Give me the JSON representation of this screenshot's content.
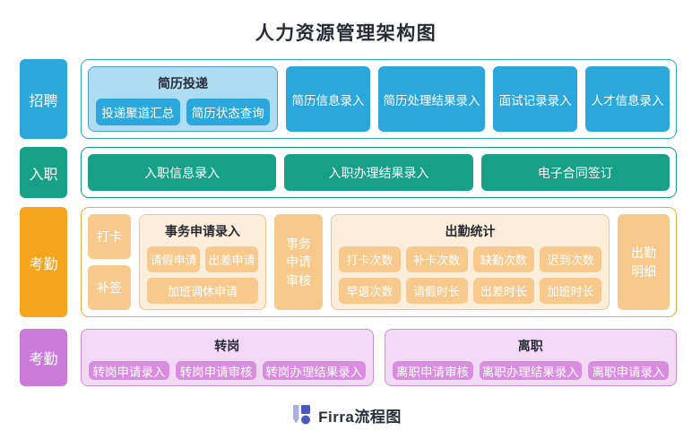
{
  "title": "人力资源管理架构图",
  "colors": {
    "recruitment_blue": "#2BA7DB",
    "recruitment_light_blue": "#AEDCF2",
    "onboarding_green": "#17A086",
    "attendance_orange": "#F5A41E",
    "attendance_light_orange": "#F8C98C",
    "attendance_cream": "#FCEEDA",
    "transfer_purple": "#C97BD7",
    "transfer_light_purple": "#F2D9F6",
    "transfer_button_purple": "#DA8CE1",
    "logo_light": "#A9B1DE",
    "logo_dark": "#4C59BE"
  },
  "rows": {
    "recruitment": {
      "label": "招聘",
      "group": {
        "title": "简历投递",
        "items": [
          "投递聚道汇总",
          "简历状态查询"
        ]
      },
      "boxes": [
        "简历信息录入",
        "简历处理结果录入",
        "面试记录录入",
        "人才信息录入"
      ]
    },
    "onboarding": {
      "label": "入职",
      "boxes": [
        "入职信息录入",
        "入职办理结果录入",
        "电子合同签订"
      ]
    },
    "attendance": {
      "label": "考勤",
      "stack": [
        "打卡",
        "补签"
      ],
      "affair_group": {
        "title": "事务申请录入",
        "row1": [
          "请假申请",
          "出差申请"
        ],
        "row2": [
          "加班调休申请"
        ]
      },
      "affair_review": "事务申请审核",
      "stats_group": {
        "title": "出勤统计",
        "row1": [
          "打卡次数",
          "补卡次数",
          "缺勤次数",
          "迟到次数"
        ],
        "row2": [
          "早退次数",
          "请假时长",
          "出差时长",
          "加班时长"
        ]
      },
      "detail": "出勤明细"
    },
    "transfer": {
      "label": "考勤",
      "groups": [
        {
          "title": "转岗",
          "items": [
            "转岗申请录入",
            "转岗申请审核",
            "转岗办理结果录入"
          ]
        },
        {
          "title": "离职",
          "items": [
            "离职申请审核",
            "离职办理结果录入",
            "离职申请录入"
          ]
        }
      ]
    }
  },
  "footer": {
    "logo_icon": "firra-logo-icon",
    "brand": "Firra流程图"
  }
}
